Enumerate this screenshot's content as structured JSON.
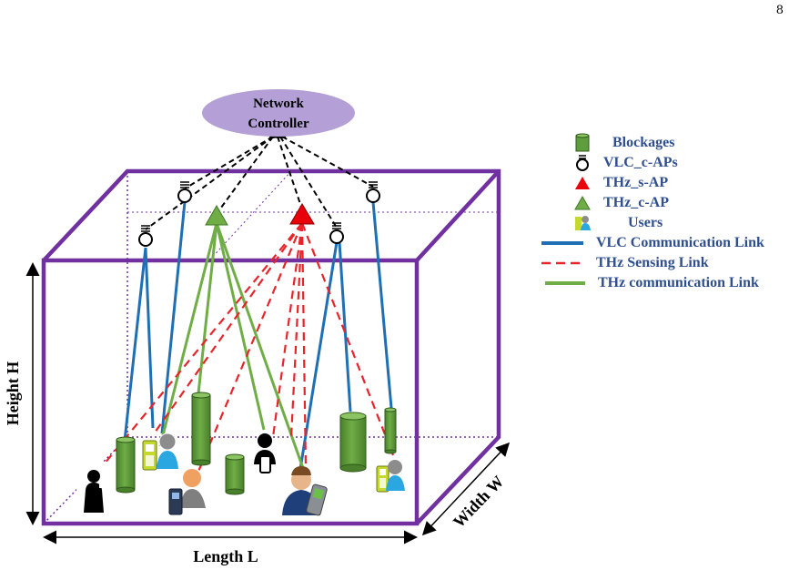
{
  "page_number": "8",
  "controller_label_line1": "Network",
  "controller_label_line2": "Controller",
  "axis_labels": {
    "height": "Height H",
    "length": "Length L",
    "width": "Width W"
  },
  "legend": [
    {
      "symbol": "blockage-icon",
      "label": "Blockages"
    },
    {
      "symbol": "bulb-icon",
      "label": "VLC_c-APs"
    },
    {
      "symbol": "red-triangle-icon",
      "label": "THz_s-AP"
    },
    {
      "symbol": "green-triangle-icon",
      "label": "THz_c-AP"
    },
    {
      "symbol": "user-icon",
      "label": "Users"
    },
    {
      "symbol": "blue-line",
      "label": "VLC Communication Link"
    },
    {
      "symbol": "red-dashed-line",
      "label": "THz Sensing Link"
    },
    {
      "symbol": "green-line",
      "label": "THz communication Link"
    }
  ],
  "colors": {
    "room": "#7030a0",
    "controller": "#b4a0d6",
    "vlc_link": "#1f6fb5",
    "thz_sensing": "#e8242b",
    "thz_comm": "#70ad47",
    "blockage": "#5f9e3c",
    "legend_text": "#2f4f8f"
  }
}
